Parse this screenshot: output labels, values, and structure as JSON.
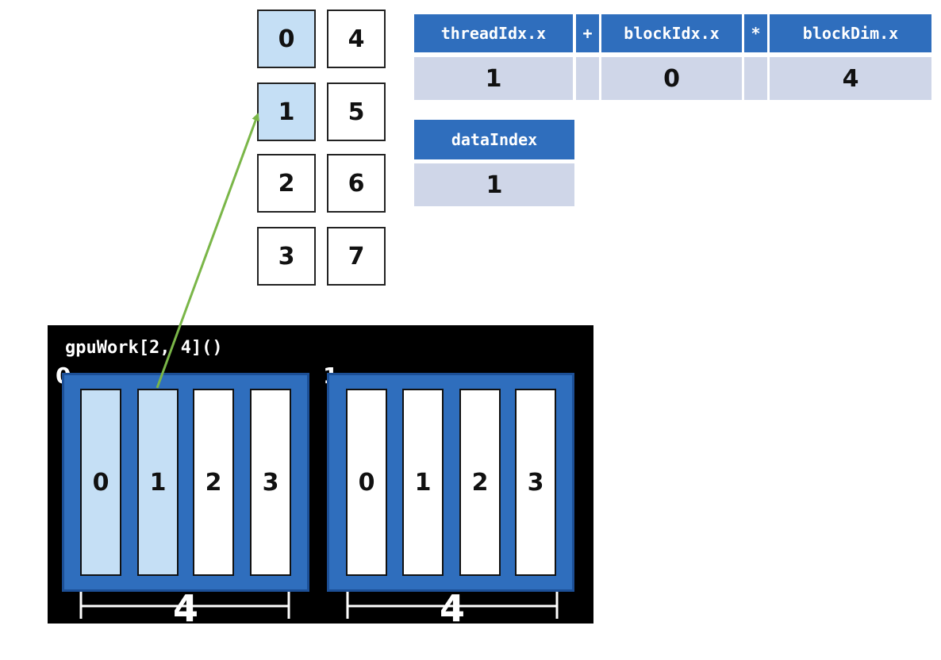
{
  "data_array": {
    "cells": [
      "0",
      "4",
      "1",
      "5",
      "2",
      "6",
      "3",
      "7"
    ],
    "active_index": "1"
  },
  "formula": {
    "headers": [
      "threadIdx.x",
      "+",
      "blockIdx.x",
      "*",
      "blockDim.x"
    ],
    "values": [
      "1",
      "",
      "0",
      "",
      "4"
    ]
  },
  "result": {
    "header": "dataIndex",
    "value": "1"
  },
  "grid": {
    "call": "gpuWork[2, 4]()",
    "blocks": [
      {
        "label": "0",
        "threads": [
          "0",
          "1",
          "2",
          "3"
        ],
        "dim_label": "4"
      },
      {
        "label": "1",
        "threads": [
          "0",
          "1",
          "2",
          "3"
        ],
        "dim_label": "4"
      }
    ]
  },
  "colors": {
    "block_blue": "#2f6ebd",
    "highlight": "#c5dff5",
    "arrow": "#7ab648"
  }
}
